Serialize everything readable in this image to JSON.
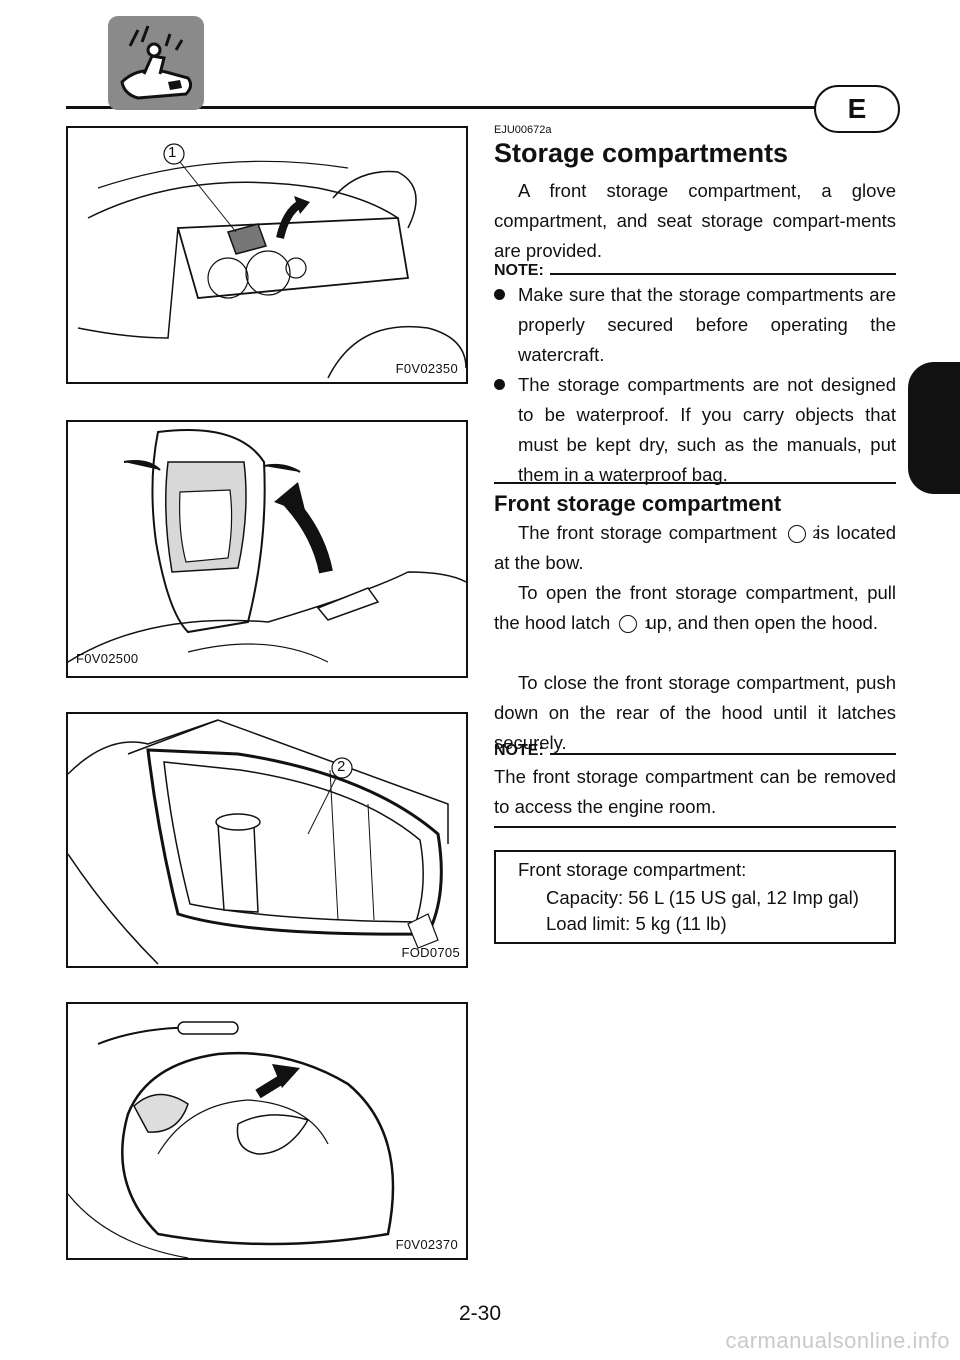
{
  "header": {
    "language_badge": "E",
    "icon": "watercraft-rider-icon"
  },
  "figures": [
    {
      "code": "F0V02350",
      "callout": "1",
      "subject": "hood-latch-illustration"
    },
    {
      "code": "F0V02500",
      "subject": "open-hood-illustration"
    },
    {
      "code": "FOD0705",
      "callout": "2",
      "subject": "front-storage-compartment-illustration"
    },
    {
      "code": "F0V02370",
      "subject": "closing-hood-illustration"
    }
  ],
  "section": {
    "doc_code": "EJU00672a",
    "title": "Storage compartments",
    "intro": "A front storage compartment, a glove compartment, and seat storage compart-ments are provided.",
    "note1_label": "NOTE:",
    "note1_bullets": [
      "Make sure that the storage compartments are properly secured before operating the watercraft.",
      "The storage compartments are not designed to be waterproof. If you carry objects that must be kept dry, such as the manuals, put them in a waterproof bag."
    ]
  },
  "subsection": {
    "title": "Front storage compartment",
    "p1_before": "The front storage compartment",
    "p1_ref": "2",
    "p1_after": "is located at the bow.",
    "p2_before": "To open the front storage compartment, pull the hood latch",
    "p2_ref": "1",
    "p2_after": "up, and then open the hood.",
    "p3": "To close the front storage compartment, push down on the rear of the hood until it latches securely.",
    "note2_label": "NOTE:",
    "note2_text": "The front storage compartment can be removed to access the engine room."
  },
  "spec": {
    "heading": "Front storage compartment:",
    "capacity": "Capacity: 56 L (15 US gal, 12 Imp gal)",
    "load_limit": "Load limit: 5 kg (11 lb)"
  },
  "footer": {
    "page_number": "2-30",
    "watermark": "carmanualsonline.info"
  }
}
